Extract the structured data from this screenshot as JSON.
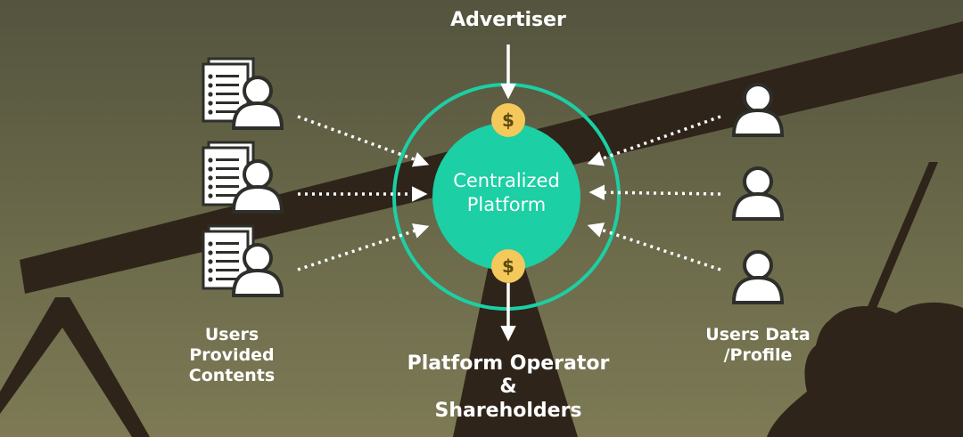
{
  "labels": {
    "advertiser": "Advertiser",
    "center_line1": "Centralized",
    "center_line2": "Platform",
    "users_contents": [
      "Users",
      "Provided",
      "Contents"
    ],
    "users_data": [
      "Users Data",
      "/Profile"
    ],
    "operator": [
      "Platform Operator",
      "&",
      "Shareholders"
    ]
  },
  "coin_symbol": "$",
  "icons": {
    "left": "document-with-user-icon",
    "right": "user-icon",
    "coin": "dollar-coin-icon"
  },
  "colors": {
    "bg_top": "#54543f",
    "bg_bottom": "#7c7a55",
    "platform": "#1ccfa4",
    "ring": "#1ccfa4",
    "coin": "#f4c85a",
    "silhouette": "#2e2419"
  }
}
